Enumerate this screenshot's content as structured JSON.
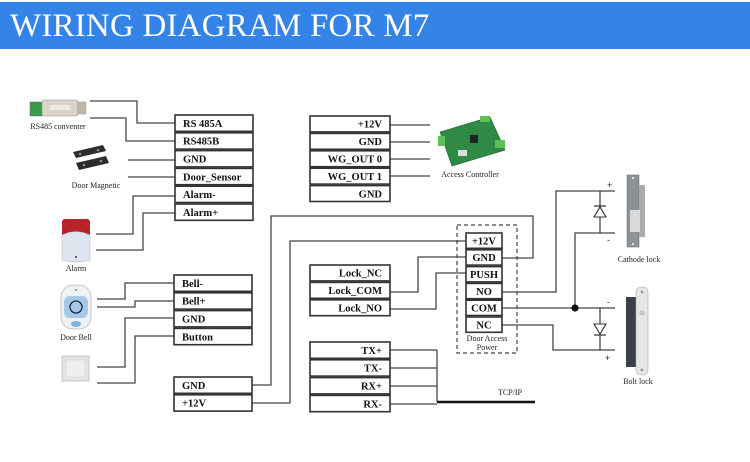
{
  "header": {
    "title": "WIRING DIAGRAM FOR M7",
    "background": "#3483e6"
  },
  "devices": {
    "rs485": "RS485 conventer",
    "door_magnetic": "Door Magnetic",
    "alarm": "Alarm",
    "door_bell": "Door Bell",
    "exit_button": "",
    "access_controller": "Access Controller",
    "cathode_lock": "Cathode lock",
    "bolt_lock": "Bolt lock",
    "door_access_power": [
      "Door Access",
      "Power"
    ],
    "tcpip": "TCP/IP"
  },
  "terminals": {
    "left_top": [
      "RS 485A",
      "RS485B",
      "GND",
      "Door_Sensor",
      "Alarm-",
      "Alarm+"
    ],
    "left_mid": [
      "Bell-",
      "Bell+",
      "GND",
      "Button"
    ],
    "left_bottom": [
      "GND",
      "+12V"
    ],
    "wiegand": [
      "+12V",
      "GND",
      "WG_OUT 0",
      "WG_OUT 1",
      "GND"
    ],
    "lock": [
      "Lock_NC",
      "Lock_COM",
      "Lock_NO"
    ],
    "network": [
      "TX+",
      "TX-",
      "RX+",
      "RX-"
    ],
    "power": [
      "+12V",
      "GND",
      "PUSH",
      "NO",
      "COM",
      "NC"
    ]
  },
  "polarity": {
    "plus": "+",
    "minus": "-"
  }
}
